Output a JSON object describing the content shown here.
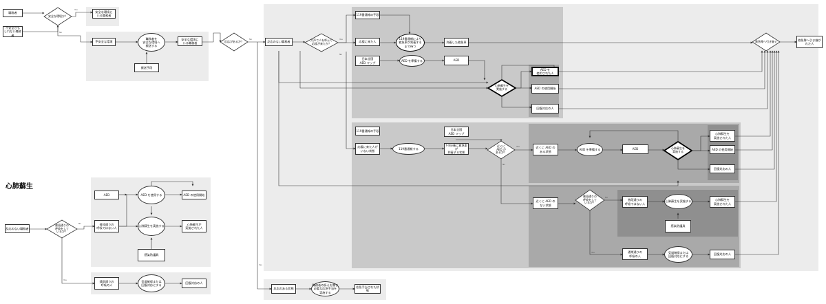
{
  "section_title": "心肺蘇生",
  "nodes": {
    "jiken": "職務者",
    "fuan_kamo": "不安全かも\nしれない職務者",
    "anzen_q": "安全な環境か？",
    "anzen_top": "安全な環境に\nいる職務者",
    "fuan_kankyo": "不安全な環境",
    "kyujo_oval": "職務者を\n安全な環境へ\n搬送する",
    "anzen_right": "安全な環境に\nいる職務者",
    "hansou": "搬送手段",
    "hanno_q": "反応があるか？",
    "hanno_nai": "反応のない職務者",
    "ooki_q": "大声で人を呼んで\n応援が来たか？",
    "tsuhou_119_top": "119番通報の手段",
    "oen_kita": "応援に来た人",
    "oval_119_bold": "119番通報により\n救急車が到着する\nまで待つ",
    "toucyaku_kyuukyuu": "到着した救急車",
    "nihon_aed_top": "日本全国\nAED マップ",
    "aed_junbi_top": "AED を準備する",
    "aed_top": "AED",
    "shinpai_q_top": "心肺蘇生を\n実施する",
    "aed_shiyou_sareta_top": "AED を\n使用された人",
    "aed_shiyou_kaishi_top": "AED の使用開始",
    "kaifuku_top": "回復対応の人",
    "kyuukyuu_q": "救急隊へ引き継ぐ",
    "kyuukyuu_hikitsugi": "救急隊へ引き継がれた人",
    "tsuhou_119_mid": "119番通報の手段",
    "oen_kita_mid": "応援に来た人が\nいない状態",
    "tsuhou_119_oval": "119番通報する",
    "nihon_aed_mid": "日本全国\nAED マップ",
    "aed_q": "近くに\nAED が\nあるか？",
    "kyuukyuusha": "7-8分後に救急車が\n到着する状態",
    "aed_aru": "近くに AED の\nある状態",
    "aed_junbi_mid": "AED を準備する",
    "aed_mid": "AED",
    "shinpai_q_mid": "心肺蘇生を\n実施する",
    "shinpai_sareta_mid": "心肺蘇生を\n実施された人",
    "aed_shiyou_kaishi_mid": "AED の使用開始",
    "kaifuku_mid": "回復対応の人",
    "aed_nai": "近くに AED の\nない状態",
    "kokyuu_q": "普段通りの\n呼吸をして\nいるか？",
    "kokyuu_nai": "普段通りの\n呼吸ではない人",
    "shinpai_oval_low": "心肺蘇生を実施する",
    "shinpai_sareta_low": "心肺蘇生を\n実施された人",
    "kansou": "感染防護具",
    "kokyuu_aru": "通常通りの\n呼吸の人",
    "kidou_oval": "気道確保または\n回復対応にする",
    "kaifuku_low": "回復対応の人",
    "hanno_aru": "反応のある状態",
    "kyuukyuu_oval": "職務者の訴えを聞き\n必要な応急手当を\n実施する",
    "ouka_sareta": "応急手当された状態",
    "cpr_aed": "AED",
    "cpr_aed_use": "AED を使用する",
    "cpr_aed_start": "AED の使用開始",
    "cpr_hanno_nai": "反応のない職務者",
    "cpr_kokyuu_q": "普段通りの\n呼吸をして\nいるか？",
    "cpr_kokyuu_nai": "普段通りの\n呼吸ではない人",
    "cpr_shinpai_oval": "心肺蘇生を実施する",
    "cpr_shinpai_sareta": "心肺蘇生が\n実施された人",
    "cpr_kansou": "感染防護具",
    "cpr_kokyuu_aru": "通常通りの\n呼吸の人",
    "cpr_kidou_oval": "気道確保または\n回復対応にする",
    "cpr_kaifuku": "回復対応の人"
  },
  "colors": {
    "panel_light": "#ececec",
    "panel_mid": "#c9c9c9",
    "panel_dark": "#a9a9a9",
    "panel_darker": "#8f8f8f",
    "line": "#333333"
  }
}
